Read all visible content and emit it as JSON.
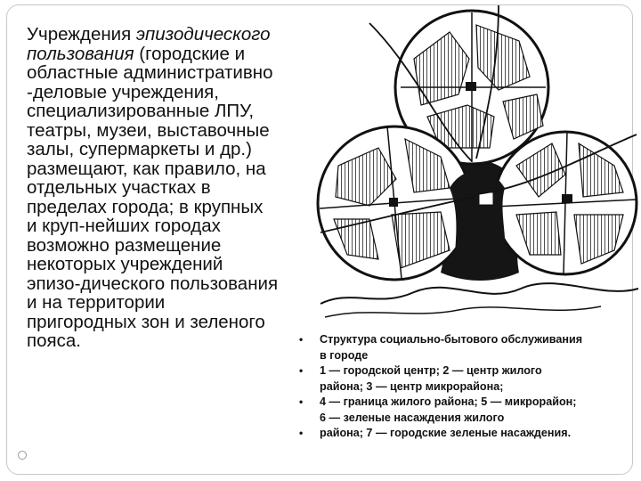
{
  "main_text": {
    "line1_prefix": "Учреждения ",
    "line1_italic": "эпизодического",
    "line2_italic": "пользования",
    "line2_rest": " (городские и",
    "lines": [
      "областные административно",
      "-деловые учреждения,",
      "специализированные ЛПУ,",
      "театры, музеи, выставочные",
      "залы, супермаркеты и др.)",
      "размещают, как правило, на",
      "отдельных участках в",
      "пределах города; в крупных",
      "и круп-нейших городах",
      "возможно размещение",
      "некоторых учреждений",
      "эпизо-дического пользования",
      "и на территории",
      "пригородных зон и зеленого",
      "пояса."
    ]
  },
  "caption": {
    "items": [
      {
        "bullet": "•",
        "lines": [
          "Структура социально-бытового обслуживания",
          "в городе"
        ]
      },
      {
        "bullet": "•",
        "lines": [
          "1 — городской центр; 2 — центр жилого",
          "района; 3 — центр микрорайона;"
        ]
      },
      {
        "bullet": "•",
        "lines": [
          "4 — граница жилого района; 5 — микрорайон;",
          "6 — зеленые насаждения жилого"
        ]
      },
      {
        "bullet": "•",
        "lines": [
          "района; 7 — городские зеленые насаждения."
        ]
      }
    ]
  },
  "colors": {
    "text": "#111111",
    "frame": "#c8c8c8",
    "ink": "#111111"
  }
}
